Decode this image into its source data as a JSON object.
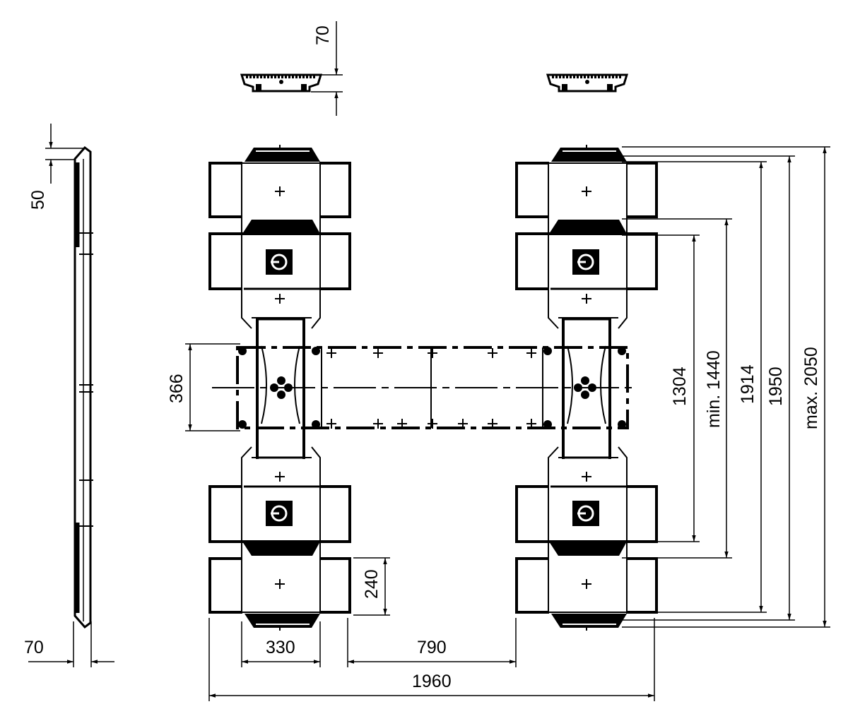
{
  "drawing": {
    "dimensions": {
      "top_pad_height": "70",
      "side_height": "50",
      "side_width": "70",
      "beam_width": "366",
      "pad_width": "330",
      "gap": "790",
      "overall_width": "1960",
      "pad_depth": "240",
      "d1304": "1304",
      "d1440": "min. 1440",
      "d1914": "1914",
      "d1950": "1950",
      "d2050": "max. 2050"
    },
    "colors": {
      "line": "#000000",
      "background": "#ffffff"
    }
  }
}
